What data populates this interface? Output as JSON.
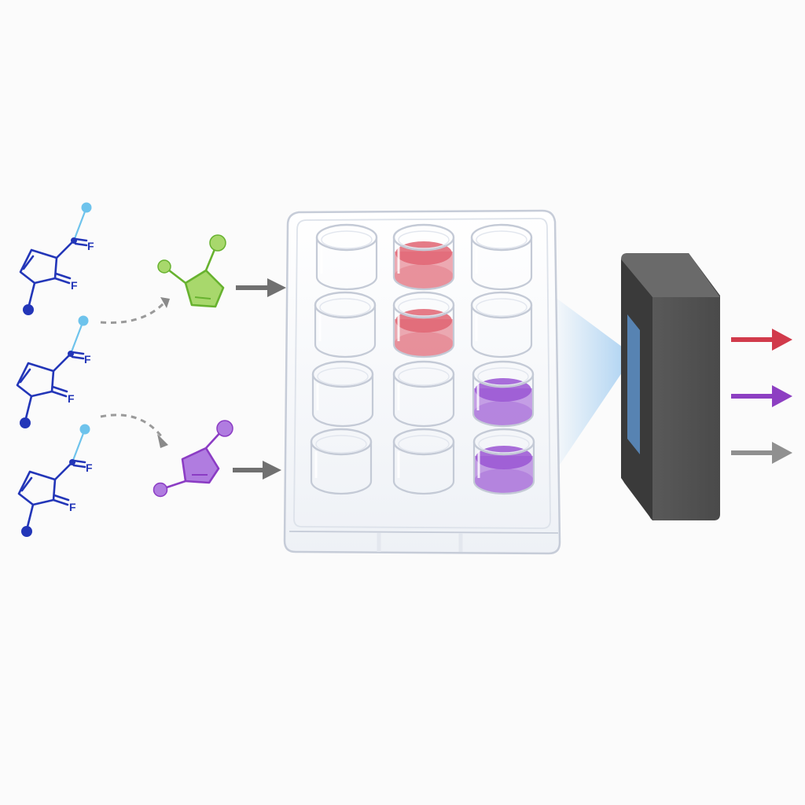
{
  "colors": {
    "background": "#fbfbfb",
    "reactant_blue": "#2336b8",
    "reactant_blue_light": "#6ec3ec",
    "intermediate_green": "#67b22f",
    "intermediate_green_fill": "#a8d86c",
    "intermediate_purple": "#8b3cc4",
    "intermediate_purple_fill": "#b07ce0",
    "flow_arrow": "#707070",
    "plate_edge": "#c6ccd8",
    "well_red": "#e06472",
    "well_purple": "#9a55d4",
    "detector": "#555555",
    "beam": "#8ec2ee",
    "output_red": "#d13a4b",
    "output_purple": "#8d3fc2",
    "output_gray": "#909090"
  },
  "reactants": [
    {
      "label_top": "F",
      "label_bottom": "F"
    },
    {
      "label_top": "F",
      "label_bottom": "F"
    },
    {
      "label_top": "F",
      "label_bottom": "F"
    }
  ],
  "plate": {
    "rows": 4,
    "columns": 3,
    "wells": [
      "empty",
      "red",
      "empty",
      "empty",
      "red",
      "empty",
      "empty",
      "empty",
      "purple",
      "empty",
      "empty",
      "purple"
    ]
  },
  "outputs": [
    "red",
    "purple",
    "gray"
  ]
}
